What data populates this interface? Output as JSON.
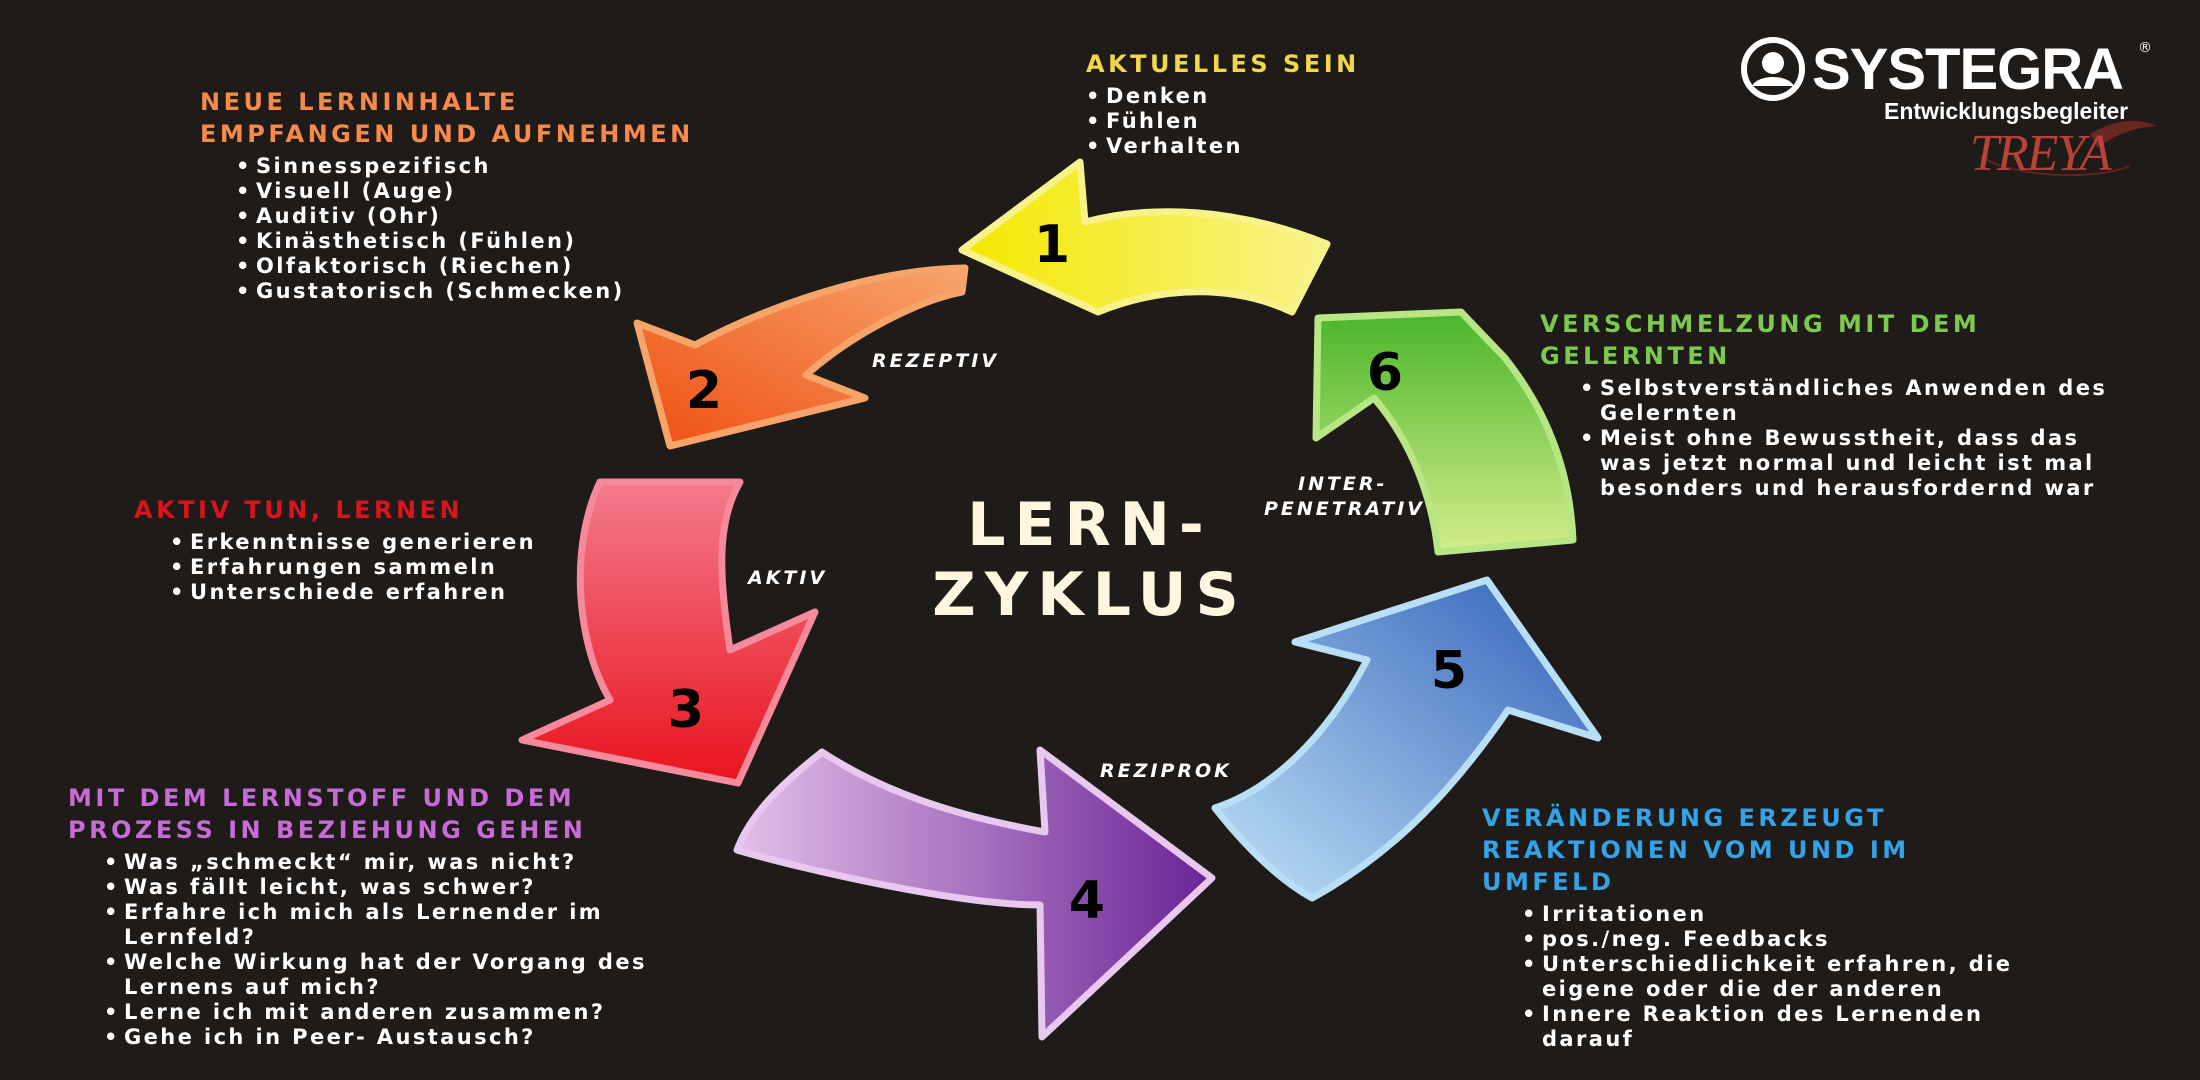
{
  "logo": {
    "brand": "SYSTEGRA",
    "registered": "®",
    "tagline": "Entwicklungsbegleiter",
    "sub_brand": "TREYA"
  },
  "center_title": {
    "line1": "LERN-",
    "line2": "ZYKLUS"
  },
  "arrows": [
    {
      "number": "1",
      "color": "#f3ea1c"
    },
    {
      "number": "2",
      "color": "#f06a22"
    },
    {
      "number": "3",
      "color": "#ea2738"
    },
    {
      "number": "4",
      "color": "#8a3bb0"
    },
    {
      "number": "5",
      "color": "#3f78c9"
    },
    {
      "number": "6",
      "color": "#6cc63a"
    }
  ],
  "phase_labels": {
    "rezeptiv": "REZEPTIV",
    "aktiv": "AKTIV",
    "reziprok": "REZIPROK",
    "inter_line1": "INTER-",
    "inter_line2": "PENETRATIV"
  },
  "sections": {
    "aktuelles_sein": {
      "color": "#f2d64b",
      "title": "AKTUELLES SEIN",
      "items": [
        "Denken",
        "Fühlen",
        "Verhalten"
      ]
    },
    "neue_lerninhalte": {
      "color": "#f58a4c",
      "title_line1": "NEUE LERNINHALTE",
      "title_line2": "EMPFANGEN UND AUFNEHMEN",
      "items": [
        "Sinnesspezifisch",
        "Visuell (Auge)",
        "Auditiv (Ohr)",
        "Kinästhetisch (Fühlen)",
        "Olfaktorisch (Riechen)",
        "Gustatorisch (Schmecken)"
      ]
    },
    "aktiv_tun": {
      "color": "#d8141e",
      "title": "AKTIV TUN, LERNEN",
      "items": [
        "Erkenntnisse generieren",
        "Erfahrungen sammeln",
        "Unterschiede erfahren"
      ]
    },
    "beziehung": {
      "color": "#c86ad8",
      "title_line1": "MIT DEM LERNSTOFF UND DEM",
      "title_line2": "PROZESS IN BEZIEHUNG GEHEN",
      "items": [
        "Was „schmeckt“ mir, was nicht?",
        "Was fällt leicht, was schwer?",
        "Erfahre ich mich als Lernender im Lernfeld?",
        "Welche Wirkung hat der Vorgang des Lernens auf mich?",
        "Lerne ich mit anderen zusammen?",
        "Gehe ich in Peer- Austausch?"
      ]
    },
    "veraenderung": {
      "color": "#36a3e6",
      "title_line1": "VERÄNDERUNG ERZEUGT",
      "title_line2": "REAKTIONEN VOM UND IM UMFELD",
      "items": [
        "Irritationen",
        "pos./neg. Feedbacks",
        "Unterschiedlichkeit erfahren, die eigene oder die der anderen",
        "Innere Reaktion des Lernenden darauf"
      ]
    },
    "verschmelzung": {
      "color": "#7cc94e",
      "title_line1": "VERSCHMELZUNG MIT DEM",
      "title_line2": "GELERNTEN",
      "items": [
        "Selbstverständliches Anwenden des Gelernten",
        "Meist ohne Bewusstheit, dass das was jetzt normal und leicht ist mal besonders und herausfordernd war"
      ]
    }
  }
}
